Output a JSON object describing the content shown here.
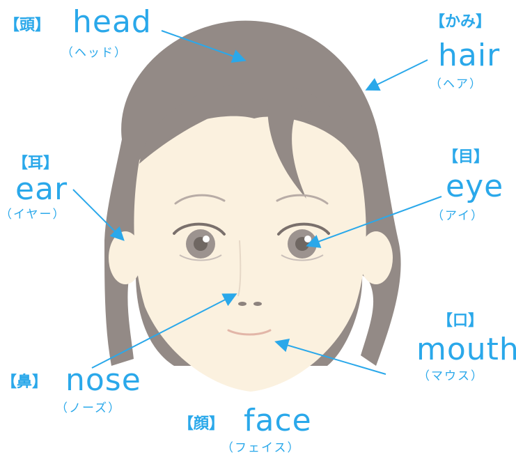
{
  "labels": {
    "head": {
      "kanji": "【頭】",
      "english": "head",
      "reading": "（ヘッド）"
    },
    "hair": {
      "kanji": "【かみ】",
      "english": "hair",
      "reading": "（ヘア）"
    },
    "ear": {
      "kanji": "【耳】",
      "english": "ear",
      "reading": "（イヤー）"
    },
    "eye": {
      "kanji": "【目】",
      "english": "eye",
      "reading": "（アイ）"
    },
    "mouth": {
      "kanji": "【口】",
      "english": "mouth",
      "reading": "（マウス）"
    },
    "nose": {
      "kanji": "【鼻】",
      "english": "nose",
      "reading": "（ノーズ）"
    },
    "face": {
      "kanji": "【顔】",
      "english": "face",
      "reading": "（フェイス）"
    }
  },
  "colors": {
    "label": "#2aa8ea",
    "hair": "#938a86",
    "skin": "#fbf1df",
    "line": "#b8aca6"
  }
}
